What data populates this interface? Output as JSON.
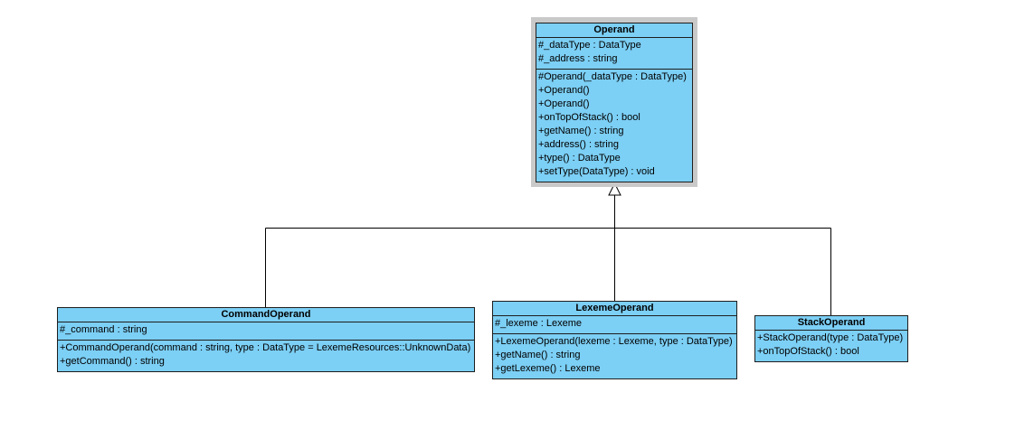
{
  "diagram": {
    "classes": [
      {
        "id": "operand",
        "name": "Operand",
        "attributes": [
          "#_dataType : DataType",
          "#_address : string"
        ],
        "methods": [
          "#Operand(_dataType : DataType)",
          "+Operand()",
          "+Operand()",
          "+onTopOfStack() : bool",
          "+getName() : string",
          "+address() : string",
          "+type() : DataType",
          "+setType(DataType) : void"
        ]
      },
      {
        "id": "command-operand",
        "name": "CommandOperand",
        "attributes": [
          "#_command : string"
        ],
        "methods": [
          "+CommandOperand(command : string, type : DataType = LexemeResources::UnknownData)",
          "+getCommand() : string"
        ]
      },
      {
        "id": "lexeme-operand",
        "name": "LexemeOperand",
        "attributes": [
          "#_lexeme : Lexeme"
        ],
        "methods": [
          "+LexemeOperand(lexeme : Lexeme, type : DataType)",
          "+getName() : string",
          "+getLexeme() : Lexeme"
        ]
      },
      {
        "id": "stack-operand",
        "name": "StackOperand",
        "attributes": [],
        "methods": [
          "+StackOperand(type : DataType)",
          "+onTopOfStack() : bool"
        ]
      }
    ],
    "relations": [
      {
        "type": "generalization",
        "from": "command-operand",
        "to": "operand"
      },
      {
        "type": "generalization",
        "from": "lexeme-operand",
        "to": "operand"
      },
      {
        "type": "generalization",
        "from": "stack-operand",
        "to": "operand"
      }
    ],
    "colors": {
      "class_fill": "#7ccff5",
      "border": "#1e1e1e",
      "selection": "#c9c9c9"
    }
  }
}
